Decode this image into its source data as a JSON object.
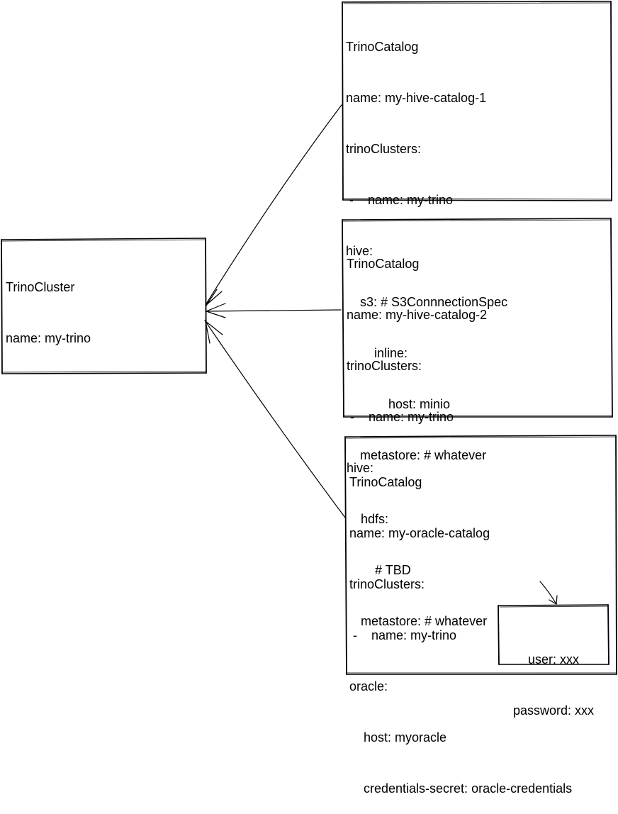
{
  "cluster": {
    "lines": [
      "TrinoCluster",
      "name: my-trino"
    ]
  },
  "catalogs": [
    {
      "lines": [
        "TrinoCatalog",
        "name: my-hive-catalog-1",
        "trinoClusters:",
        " -    name: my-trino",
        "hive:",
        "    s3: # S3ConnnectionSpec",
        "        inline:",
        "            host: minio",
        "    metastore: # whatever"
      ]
    },
    {
      "lines": [
        "TrinoCatalog",
        "name: my-hive-catalog-2",
        "trinoClusters:",
        " -    name: my-trino",
        "hive:",
        "    hdfs:",
        "        # TBD",
        "    metastore: # whatever"
      ]
    },
    {
      "lines": [
        "TrinoCatalog",
        "name: my-oracle-catalog",
        "trinoClusters:",
        " -    name: my-trino",
        "oracle:",
        "    host: myoracle",
        "    credentials-secret: oracle-credentials"
      ]
    }
  ],
  "secret": {
    "lines": [
      "user: xxx",
      "password: xxx"
    ]
  }
}
